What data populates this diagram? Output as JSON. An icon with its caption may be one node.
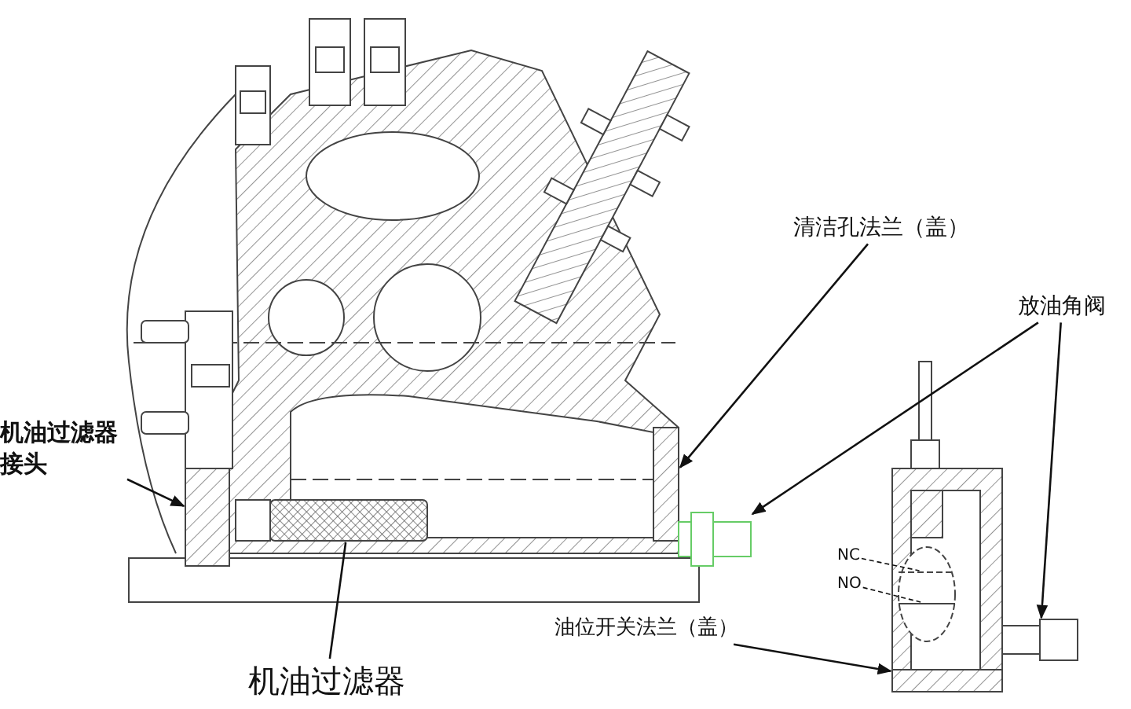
{
  "diagram": {
    "nodes": [
      {
        "text": [
          "机油过滤器接头"
        ]
      },
      {
        "text": [
          "机油过滤器"
        ]
      },
      {
        "text": [
          "清洁孔法兰（盖）"
        ]
      },
      {
        "text": [
          "放油角阀"
        ]
      },
      {
        "text": [
          "油位开关法兰（盖）"
        ]
      },
      {
        "text": [
          "NC"
        ]
      },
      {
        "text": [
          "NO"
        ]
      },
      {
        "text": [],
        "shape": "box"
      },
      {
        "text": [],
        "shape": "cylinder"
      },
      {
        "text": [],
        "shape": "box"
      },
      {
        "text": [],
        "shape": "box"
      },
      {
        "text": [],
        "shape": "box"
      },
      {
        "text": [],
        "shape": "box"
      },
      {
        "text": [],
        "shape": "line"
      },
      {
        "text": [],
        "shape": "line"
      }
    ],
    "edges": [
      {
        "from": 0,
        "to": 7,
        "arrow": "to"
      },
      {
        "from": 1,
        "to": 8,
        "arrow": "none"
      },
      {
        "from": 2,
        "to": 9,
        "arrow": "to"
      },
      {
        "from": 3,
        "to": 10,
        "arrow": "to"
      },
      {
        "from": 3,
        "to": 11,
        "arrow": "to"
      },
      {
        "from": 4,
        "to": 12,
        "arrow": "to"
      },
      {
        "from": 5,
        "to": 13,
        "arrow": "none",
        "style": "dashed"
      },
      {
        "from": 6,
        "to": 14,
        "arrow": "none",
        "style": "dashed"
      }
    ]
  }
}
